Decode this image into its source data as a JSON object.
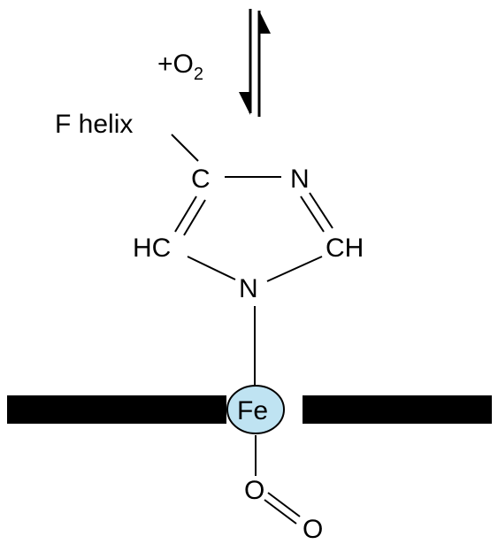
{
  "equilibrium": {
    "label_prefix": "+O",
    "label_subscript": "2"
  },
  "labels": {
    "f_helix": "F helix",
    "c_ring": "C",
    "n_top": "N",
    "hc": "HC",
    "ch": "CH",
    "n_bottom": "N",
    "fe": "Fe",
    "o1": "O",
    "o2": "O"
  },
  "colors": {
    "ink": "#000000",
    "fe_fill": "#bfe3f2",
    "heme_plane": "#000000"
  }
}
